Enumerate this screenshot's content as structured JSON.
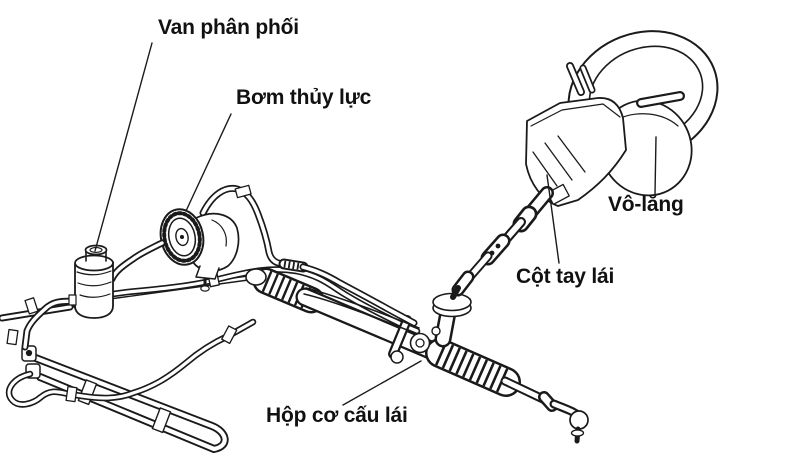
{
  "diagram": {
    "title_implicit": "Hydraulic power steering system diagram",
    "ink_color": "#1a1a1a",
    "background_color": "#ffffff",
    "labels": {
      "distribution_valve": "Van phân phối",
      "hydraulic_pump": "Bơm thủy lực",
      "steering_wheel": "Vô-lăng",
      "steering_column": "Cột tay lái",
      "steering_gearbox": "Hộp cơ cấu lái"
    }
  }
}
